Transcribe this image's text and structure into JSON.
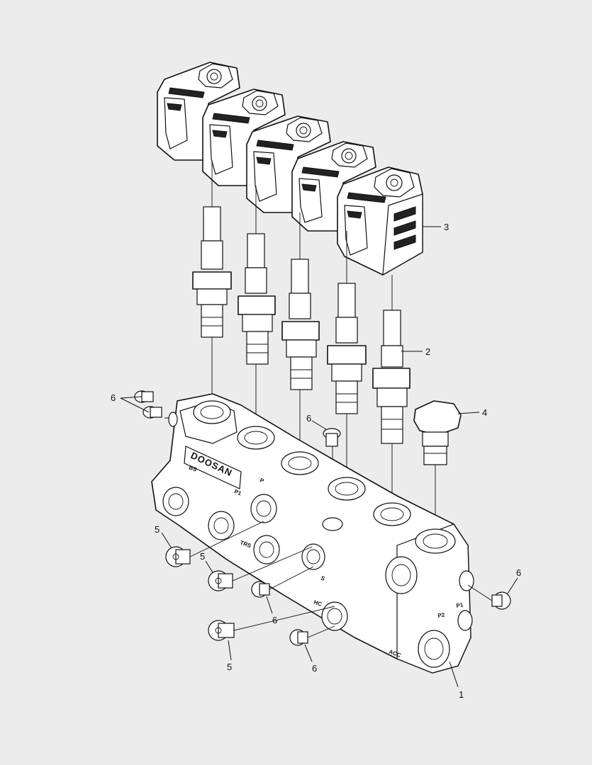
{
  "diagram": {
    "callouts": {
      "c1": "1",
      "c2": "2",
      "c3": "3",
      "c4": "4",
      "c5a": "5",
      "c5b": "5",
      "c5c": "5",
      "c6a": "6",
      "c6b": "6",
      "c6c": "6",
      "c6d": "6",
      "c6e": "6"
    },
    "body_markings": {
      "brand": "DOOSAN",
      "bs": "BS",
      "p1_top": "P1",
      "p_side": "P",
      "travel": "TRS",
      "hc": "HC",
      "p2": "P2",
      "p1": "P1",
      "acc": "ACC",
      "s": "S"
    }
  }
}
